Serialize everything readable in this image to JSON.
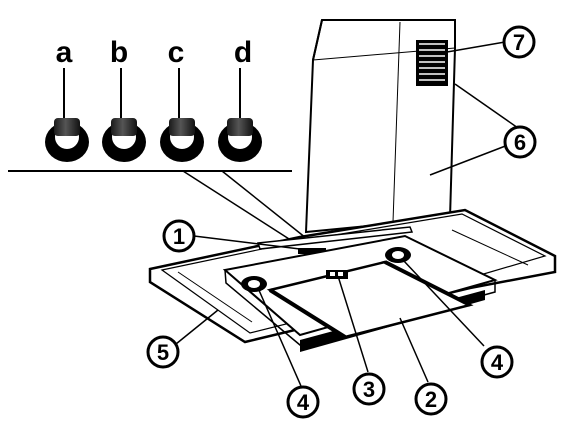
{
  "knobs": {
    "a": "a",
    "b": "b",
    "c": "c",
    "d": "d"
  },
  "callouts": {
    "c1": "1",
    "c2": "2",
    "c3": "3",
    "c4_left": "4",
    "c4_right": "4",
    "c5": "5",
    "c6": "6",
    "c7": "7"
  }
}
